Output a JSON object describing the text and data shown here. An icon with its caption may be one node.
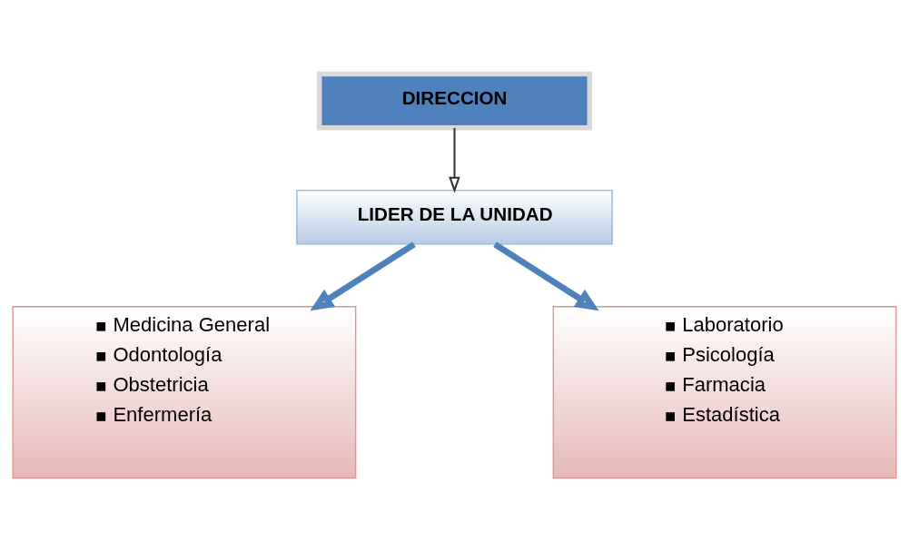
{
  "diagram": {
    "nodes": [
      {
        "text": [
          "DIRECCION"
        ]
      },
      {
        "text": [
          "LIDER DE LA UNIDAD"
        ]
      },
      {
        "text": [
          "Medicina General",
          "Odontología",
          "Obstetricia",
          "Enfermería"
        ]
      },
      {
        "text": [
          "Laboratorio",
          "Psicología",
          "Farmacia",
          "Estadística"
        ]
      }
    ],
    "edges": [
      {
        "from": 0,
        "to": 1,
        "arrow": "to",
        "color": "#333333"
      },
      {
        "from": 1,
        "to": 2,
        "arrow": "to"
      },
      {
        "from": 1,
        "to": 3,
        "arrow": "to"
      }
    ]
  }
}
